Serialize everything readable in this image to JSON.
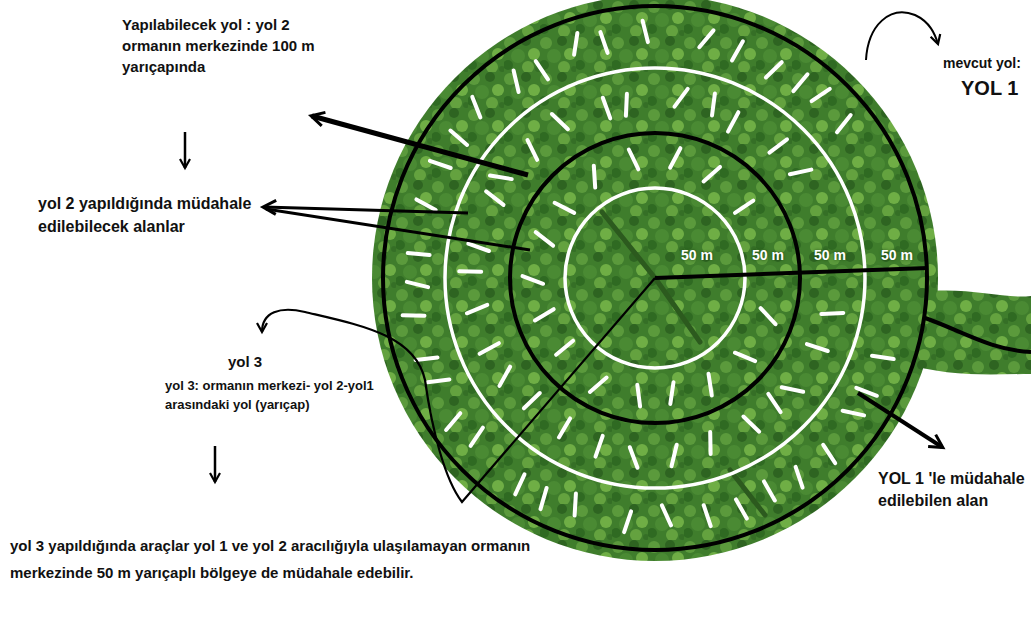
{
  "diagram": {
    "labels": [
      "Yapılabilecek yol : yol 2 ormanın merkezinde 100 m yarıçapında",
      "yol 2 yapıldığında müdahale edilebilecek alanlar",
      "yol 3",
      "yol 3: ormanın merkezi- yol 2-yol1 arasındaki yol (yarıçap)",
      "yol 3 yapıldığında araçlar yol 1 ve yol 2 aracılığıyla ulaşılamayan ormanın merkezinde 50 m yarıçaplı bölgeye de müdahale edebilir.",
      "mevcut yol:",
      "YOL 1",
      "YOL 1 'le müdahale edilebilen alan",
      "50 m",
      "50 m",
      "50 m",
      "50 m"
    ]
  }
}
